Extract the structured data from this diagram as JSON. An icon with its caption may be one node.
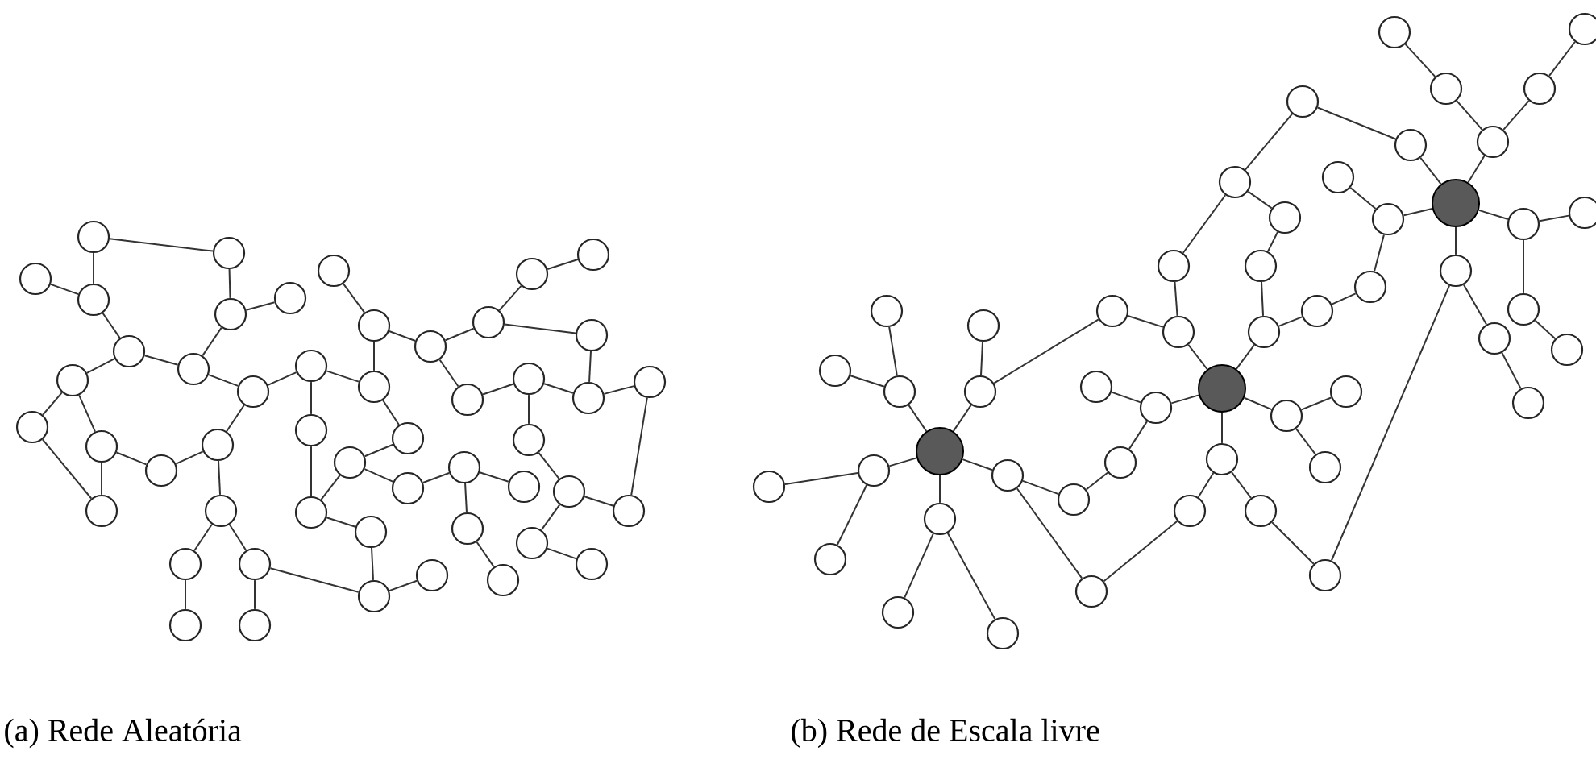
{
  "diagram": {
    "nodes": [
      {
        "text": [],
        "shape": "circle"
      },
      {
        "text": [],
        "shape": "circle"
      },
      {
        "text": [],
        "shape": "circle"
      },
      {
        "text": [],
        "shape": "circle"
      },
      {
        "text": [],
        "shape": "circle"
      },
      {
        "text": [],
        "shape": "circle"
      },
      {
        "text": [],
        "shape": "circle"
      },
      {
        "text": [],
        "shape": "circle"
      },
      {
        "text": [],
        "shape": "circle"
      },
      {
        "text": [],
        "shape": "circle"
      },
      {
        "text": [],
        "shape": "circle"
      },
      {
        "text": [],
        "shape": "circle"
      },
      {
        "text": [],
        "shape": "circle"
      },
      {
        "text": [],
        "shape": "circle"
      },
      {
        "text": [],
        "shape": "circle"
      },
      {
        "text": [],
        "shape": "circle"
      },
      {
        "text": [],
        "shape": "circle"
      },
      {
        "text": [],
        "shape": "circle"
      },
      {
        "text": [],
        "shape": "circle"
      },
      {
        "text": [],
        "shape": "circle"
      },
      {
        "text": [],
        "shape": "circle"
      },
      {
        "text": [],
        "shape": "circle"
      },
      {
        "text": [],
        "shape": "circle"
      },
      {
        "text": [],
        "shape": "circle"
      },
      {
        "text": [],
        "shape": "circle"
      },
      {
        "text": [],
        "shape": "circle"
      },
      {
        "text": [],
        "shape": "circle"
      },
      {
        "text": [],
        "shape": "circle"
      },
      {
        "text": [],
        "shape": "circle"
      },
      {
        "text": [],
        "shape": "circle"
      },
      {
        "text": [],
        "shape": "circle"
      },
      {
        "text": [],
        "shape": "circle"
      },
      {
        "text": [],
        "shape": "circle"
      },
      {
        "text": [],
        "shape": "circle"
      },
      {
        "text": [],
        "shape": "circle"
      },
      {
        "text": [],
        "shape": "circle"
      },
      {
        "text": [],
        "shape": "circle"
      },
      {
        "text": [],
        "shape": "circle"
      },
      {
        "text": [],
        "shape": "circle"
      },
      {
        "text": [],
        "shape": "circle"
      },
      {
        "text": [],
        "shape": "circle"
      },
      {
        "text": [],
        "shape": "circle"
      },
      {
        "text": [],
        "shape": "circle"
      },
      {
        "text": [],
        "shape": "circle"
      },
      {
        "text": [],
        "shape": "circle"
      },
      {
        "text": [],
        "shape": "circle"
      },
      {
        "text": [],
        "shape": "circle"
      },
      {
        "text": [],
        "shape": "circle"
      },
      {
        "text": [],
        "shape": "circle"
      },
      {
        "text": [],
        "shape": "circle"
      },
      {
        "text": [],
        "shape": "circle"
      },
      {
        "text": [],
        "shape": "circle"
      },
      {
        "text": [],
        "shape": "circle"
      },
      {
        "text": [],
        "shape": "circle"
      },
      {
        "text": [],
        "shape": "circle"
      },
      {
        "text": [],
        "shape": "circle"
      },
      {
        "text": [],
        "shape": "circle"
      },
      {
        "text": [],
        "shape": "circle"
      },
      {
        "text": [],
        "shape": "circle"
      },
      {
        "text": [],
        "shape": "circle"
      },
      {
        "text": [],
        "shape": "circle"
      },
      {
        "text": [],
        "shape": "circle"
      },
      {
        "text": [],
        "shape": "circle"
      },
      {
        "text": [],
        "shape": "circle"
      },
      {
        "text": [],
        "shape": "circle"
      },
      {
        "text": [],
        "shape": "circle"
      },
      {
        "text": [],
        "shape": "circle"
      },
      {
        "text": [],
        "shape": "circle"
      },
      {
        "text": [],
        "shape": "circle"
      },
      {
        "text": [],
        "shape": "circle"
      },
      {
        "text": [],
        "shape": "circle"
      },
      {
        "text": [],
        "shape": "circle"
      },
      {
        "text": [],
        "shape": "circle"
      },
      {
        "text": [],
        "shape": "circle"
      },
      {
        "text": [],
        "shape": "circle"
      },
      {
        "text": [],
        "shape": "circle"
      },
      {
        "text": [],
        "shape": "circle"
      },
      {
        "text": [],
        "shape": "circle"
      },
      {
        "text": [],
        "shape": "circle"
      },
      {
        "text": [],
        "shape": "circle"
      },
      {
        "text": [],
        "shape": "circle"
      },
      {
        "text": [],
        "shape": "circle"
      },
      {
        "text": [],
        "shape": "circle"
      },
      {
        "text": [],
        "shape": "circle"
      },
      {
        "text": [],
        "shape": "circle"
      },
      {
        "text": [],
        "shape": "circle"
      },
      {
        "text": [],
        "shape": "circle"
      },
      {
        "text": [],
        "shape": "circle"
      },
      {
        "text": [],
        "shape": "circle"
      },
      {
        "text": [],
        "shape": "circle"
      },
      {
        "text": [],
        "shape": "circle"
      },
      {
        "text": [],
        "shape": "circle"
      },
      {
        "text": [],
        "shape": "circle"
      },
      {
        "text": [],
        "shape": "circle"
      },
      {
        "text": [],
        "shape": "circle"
      },
      {
        "text": [],
        "shape": "circle"
      },
      {
        "text": [],
        "shape": "circle"
      },
      {
        "text": [],
        "shape": "circle"
      },
      {
        "text": [],
        "shape": "circle"
      },
      {
        "text": [],
        "shape": "circle"
      },
      {
        "text": [],
        "shape": "circle"
      },
      {
        "text": [],
        "shape": "circle"
      }
    ],
    "edges": [
      {
        "from": 0,
        "to": 1,
        "arrow": "none"
      },
      {
        "from": 0,
        "to": 3,
        "arrow": "none"
      },
      {
        "from": 2,
        "to": 3,
        "arrow": "none"
      },
      {
        "from": 1,
        "to": 4,
        "arrow": "none"
      },
      {
        "from": 4,
        "to": 5,
        "arrow": "none"
      },
      {
        "from": 3,
        "to": 6,
        "arrow": "none"
      },
      {
        "from": 4,
        "to": 7,
        "arrow": "none"
      },
      {
        "from": 6,
        "to": 7,
        "arrow": "none"
      },
      {
        "from": 6,
        "to": 8,
        "arrow": "none"
      },
      {
        "from": 7,
        "to": 9,
        "arrow": "none"
      },
      {
        "from": 9,
        "to": 10,
        "arrow": "none"
      },
      {
        "from": 8,
        "to": 11,
        "arrow": "none"
      },
      {
        "from": 8,
        "to": 12,
        "arrow": "none"
      },
      {
        "from": 11,
        "to": 16,
        "arrow": "none"
      },
      {
        "from": 12,
        "to": 16,
        "arrow": "none"
      },
      {
        "from": 12,
        "to": 13,
        "arrow": "none"
      },
      {
        "from": 13,
        "to": 14,
        "arrow": "none"
      },
      {
        "from": 9,
        "to": 14,
        "arrow": "none"
      },
      {
        "from": 14,
        "to": 17,
        "arrow": "none"
      },
      {
        "from": 17,
        "to": 19,
        "arrow": "none"
      },
      {
        "from": 17,
        "to": 20,
        "arrow": "none"
      },
      {
        "from": 19,
        "to": 21,
        "arrow": "none"
      },
      {
        "from": 20,
        "to": 22,
        "arrow": "none"
      },
      {
        "from": 10,
        "to": 15,
        "arrow": "none"
      },
      {
        "from": 15,
        "to": 18,
        "arrow": "none"
      },
      {
        "from": 20,
        "to": 48,
        "arrow": "none"
      },
      {
        "from": 18,
        "to": 36,
        "arrow": "none"
      },
      {
        "from": 18,
        "to": 43,
        "arrow": "none"
      },
      {
        "from": 23,
        "to": 24,
        "arrow": "none"
      },
      {
        "from": 24,
        "to": 25,
        "arrow": "none"
      },
      {
        "from": 24,
        "to": 30,
        "arrow": "none"
      },
      {
        "from": 10,
        "to": 30,
        "arrow": "none"
      },
      {
        "from": 25,
        "to": 26,
        "arrow": "none"
      },
      {
        "from": 25,
        "to": 31,
        "arrow": "none"
      },
      {
        "from": 26,
        "to": 27,
        "arrow": "none"
      },
      {
        "from": 27,
        "to": 28,
        "arrow": "none"
      },
      {
        "from": 26,
        "to": 29,
        "arrow": "none"
      },
      {
        "from": 29,
        "to": 33,
        "arrow": "none"
      },
      {
        "from": 31,
        "to": 32,
        "arrow": "none"
      },
      {
        "from": 32,
        "to": 33,
        "arrow": "none"
      },
      {
        "from": 33,
        "to": 34,
        "arrow": "none"
      },
      {
        "from": 32,
        "to": 40,
        "arrow": "none"
      },
      {
        "from": 34,
        "to": 42,
        "arrow": "none"
      },
      {
        "from": 30,
        "to": 35,
        "arrow": "none"
      },
      {
        "from": 35,
        "to": 36,
        "arrow": "none"
      },
      {
        "from": 36,
        "to": 37,
        "arrow": "none"
      },
      {
        "from": 37,
        "to": 38,
        "arrow": "none"
      },
      {
        "from": 38,
        "to": 39,
        "arrow": "none"
      },
      {
        "from": 38,
        "to": 44,
        "arrow": "none"
      },
      {
        "from": 44,
        "to": 45,
        "arrow": "none"
      },
      {
        "from": 40,
        "to": 41,
        "arrow": "none"
      },
      {
        "from": 41,
        "to": 42,
        "arrow": "none"
      },
      {
        "from": 41,
        "to": 46,
        "arrow": "none"
      },
      {
        "from": 46,
        "to": 47,
        "arrow": "none"
      },
      {
        "from": 43,
        "to": 48,
        "arrow": "none"
      },
      {
        "from": 48,
        "to": 49,
        "arrow": "none"
      },
      {
        "from": 56,
        "to": 53,
        "arrow": "none"
      },
      {
        "from": 53,
        "to": 52,
        "arrow": "none"
      },
      {
        "from": 53,
        "to": 51,
        "arrow": "none"
      },
      {
        "from": 56,
        "to": 60,
        "arrow": "none"
      },
      {
        "from": 60,
        "to": 59,
        "arrow": "none"
      },
      {
        "from": 60,
        "to": 66,
        "arrow": "none"
      },
      {
        "from": 56,
        "to": 54,
        "arrow": "none"
      },
      {
        "from": 54,
        "to": 50,
        "arrow": "none"
      },
      {
        "from": 54,
        "to": 55,
        "arrow": "none"
      },
      {
        "from": 56,
        "to": 57,
        "arrow": "none"
      },
      {
        "from": 57,
        "to": 58,
        "arrow": "none"
      },
      {
        "from": 57,
        "to": 61,
        "arrow": "none"
      },
      {
        "from": 56,
        "to": 62,
        "arrow": "none"
      },
      {
        "from": 62,
        "to": 63,
        "arrow": "none"
      },
      {
        "from": 62,
        "to": 64,
        "arrow": "none"
      },
      {
        "from": 72,
        "to": 68,
        "arrow": "none"
      },
      {
        "from": 68,
        "to": 65,
        "arrow": "none"
      },
      {
        "from": 68,
        "to": 67,
        "arrow": "none"
      },
      {
        "from": 67,
        "to": 63,
        "arrow": "none"
      },
      {
        "from": 72,
        "to": 79,
        "arrow": "none"
      },
      {
        "from": 79,
        "to": 85,
        "arrow": "none"
      },
      {
        "from": 79,
        "to": 82,
        "arrow": "none"
      },
      {
        "from": 72,
        "to": 73,
        "arrow": "none"
      },
      {
        "from": 73,
        "to": 71,
        "arrow": "none"
      },
      {
        "from": 73,
        "to": 78,
        "arrow": "none"
      },
      {
        "from": 71,
        "to": 64,
        "arrow": "none"
      },
      {
        "from": 78,
        "to": 83,
        "arrow": "none"
      },
      {
        "from": 83,
        "to": 92,
        "arrow": "none"
      },
      {
        "from": 88,
        "to": 90,
        "arrow": "none"
      },
      {
        "from": 90,
        "to": 93,
        "arrow": "none"
      },
      {
        "from": 100,
        "to": 98,
        "arrow": "none"
      },
      {
        "from": 98,
        "to": 93,
        "arrow": "none"
      },
      {
        "from": 93,
        "to": 91,
        "arrow": "none"
      },
      {
        "from": 80,
        "to": 89,
        "arrow": "none"
      },
      {
        "from": 89,
        "to": 91,
        "arrow": "none"
      },
      {
        "from": 80,
        "to": 74,
        "arrow": "none"
      },
      {
        "from": 74,
        "to": 69,
        "arrow": "none"
      },
      {
        "from": 74,
        "to": 75,
        "arrow": "none"
      },
      {
        "from": 75,
        "to": 76,
        "arrow": "none"
      },
      {
        "from": 76,
        "to": 77,
        "arrow": "none"
      },
      {
        "from": 69,
        "to": 70,
        "arrow": "none"
      },
      {
        "from": 70,
        "to": 72,
        "arrow": "none"
      },
      {
        "from": 77,
        "to": 72,
        "arrow": "none"
      },
      {
        "from": 77,
        "to": 81,
        "arrow": "none"
      },
      {
        "from": 81,
        "to": 86,
        "arrow": "none"
      },
      {
        "from": 86,
        "to": 87,
        "arrow": "none"
      },
      {
        "from": 87,
        "to": 84,
        "arrow": "none"
      },
      {
        "from": 87,
        "to": 91,
        "arrow": "none"
      },
      {
        "from": 91,
        "to": 95,
        "arrow": "none"
      },
      {
        "from": 95,
        "to": 101,
        "arrow": "none"
      },
      {
        "from": 95,
        "to": 96,
        "arrow": "none"
      },
      {
        "from": 96,
        "to": 99,
        "arrow": "none"
      },
      {
        "from": 91,
        "to": 92,
        "arrow": "none"
      },
      {
        "from": 92,
        "to": 94,
        "arrow": "none"
      },
      {
        "from": 94,
        "to": 97,
        "arrow": "none"
      },
      {
        "from": 66,
        "to": 70,
        "arrow": "none"
      }
    ],
    "labels": [
      "(a) Rede Aleatória",
      "(b) Rede de Escala livre"
    ]
  }
}
